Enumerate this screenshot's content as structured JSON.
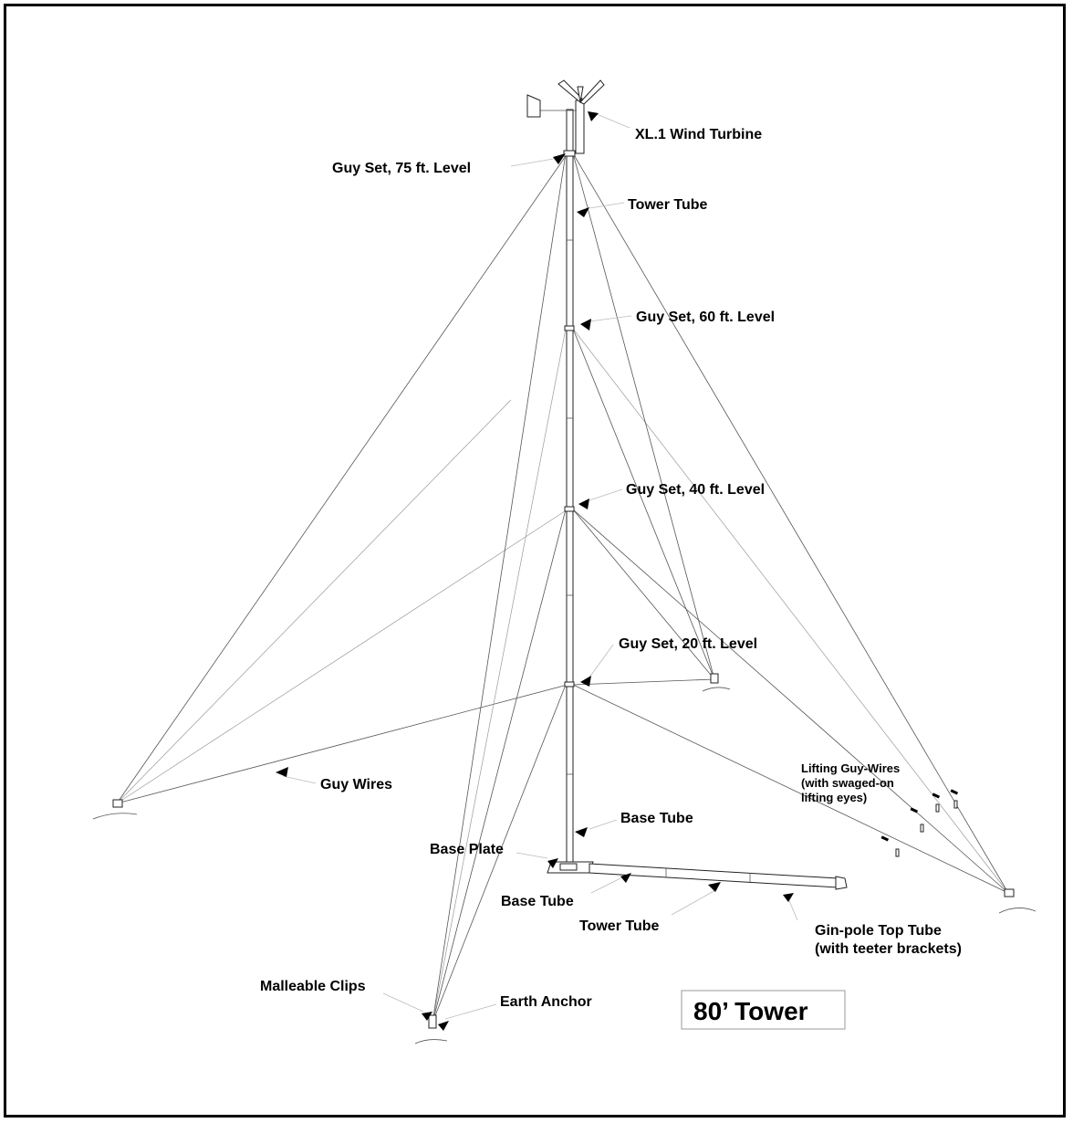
{
  "labels": {
    "turbine": "XL.1 Wind Turbine",
    "guy75": "Guy Set, 75 ft. Level",
    "tower_tube_top": "Tower Tube",
    "guy60": "Guy Set, 60 ft. Level",
    "guy40": "Guy Set, 40 ft. Level",
    "guy20": "Guy Set, 20 ft. Level",
    "guy_wires": "Guy Wires",
    "base_tube_upright": "Base Tube",
    "base_plate": "Base Plate",
    "base_tube_ground": "Base Tube",
    "tower_tube_ground": "Tower Tube",
    "gin_pole_line1": "Gin-pole Top Tube",
    "gin_pole_line2": "(with teeter brackets)",
    "lifting_line1": "Lifting Guy-Wires",
    "lifting_line2": "(with swaged-on",
    "lifting_line3": "lifting eyes)",
    "malleable_clips": "Malleable Clips",
    "earth_anchor": "Earth Anchor"
  },
  "title_box": {
    "text": "80’ Tower"
  }
}
